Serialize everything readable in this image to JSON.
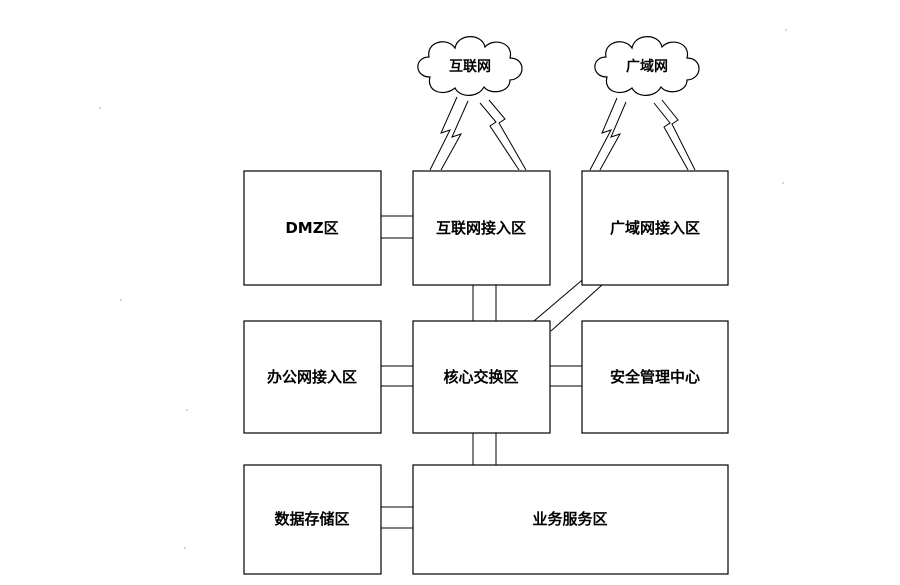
{
  "clouds": {
    "internet": "互联网",
    "wan": "广域网"
  },
  "zones": {
    "dmz": "DMZ区",
    "internet_access": "互联网接入区",
    "wan_access": "广域网接入区",
    "office_access": "办公网接入区",
    "core_switch": "核心交换区",
    "security_center": "安全管理中心",
    "data_storage": "数据存储区",
    "business_service": "业务服务区"
  }
}
